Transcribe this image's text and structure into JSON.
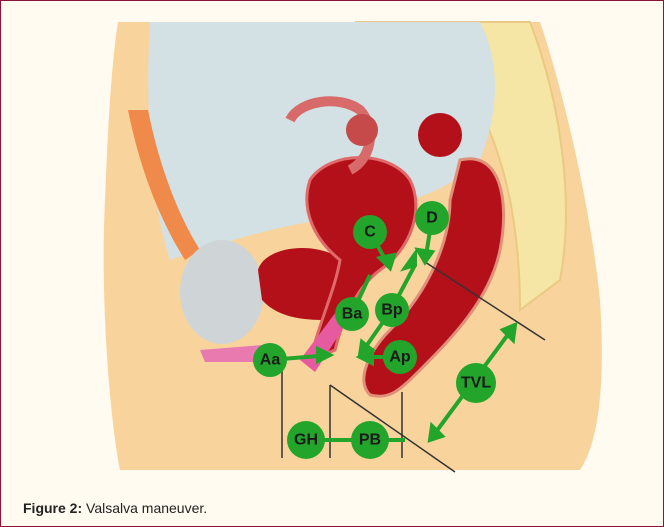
{
  "caption": {
    "label": "Figure 2:",
    "text": "Valsalva maneuver."
  },
  "points": [
    {
      "id": "C",
      "label": "C"
    },
    {
      "id": "D",
      "label": "D"
    },
    {
      "id": "Ba",
      "label": "Ba"
    },
    {
      "id": "Bp",
      "label": "Bp"
    },
    {
      "id": "Aa",
      "label": "Aa"
    },
    {
      "id": "Ap",
      "label": "Ap"
    },
    {
      "id": "TVL",
      "label": "TVL"
    },
    {
      "id": "GH",
      "label": "GH"
    },
    {
      "id": "PB",
      "label": "PB"
    }
  ],
  "colors": {
    "border": "#8a1538",
    "marker": "#22a52a",
    "skin": "#f8d49c",
    "organ": "#b3101a",
    "bone": "#f6e6a6",
    "cavity": "#d3e0e4"
  }
}
